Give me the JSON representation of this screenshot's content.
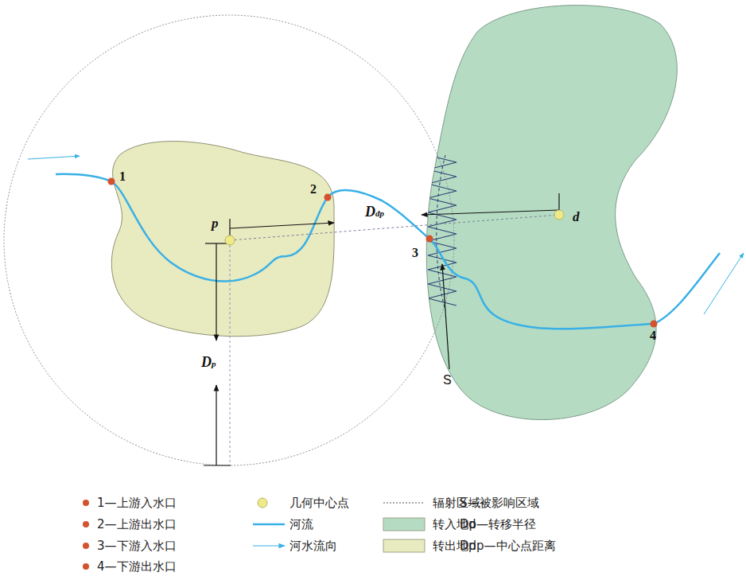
{
  "diagram": {
    "nodes": [
      {
        "text": [
          "p"
        ]
      },
      {
        "text": [
          "d"
        ]
      }
    ],
    "labels": [
      "1",
      "2",
      "3",
      "4",
      "Dp",
      "Ddp",
      "S"
    ],
    "legend": [
      {
        "text": "1—上游入水口",
        "color": "#d4522e"
      },
      {
        "text": "几何中心点",
        "color": "#eeea8a"
      },
      {
        "text": "辐射区域"
      },
      {
        "text": "S—被影响区域"
      },
      {
        "text": "2—上游出水口",
        "color": "#d4522e"
      },
      {
        "text": "河流"
      },
      {
        "text": "转入地d",
        "color": "#b5dcc3"
      },
      {
        "text": "Dp—转移半径"
      },
      {
        "text": "3—下游入水口",
        "color": "#d4522e"
      },
      {
        "text": "河水流向"
      },
      {
        "text": "转出地p",
        "color": "#e8eac0"
      },
      {
        "text": "Ddp—中心点距离"
      },
      {
        "text": "4—下游出水口",
        "color": "#d4522e"
      }
    ]
  }
}
